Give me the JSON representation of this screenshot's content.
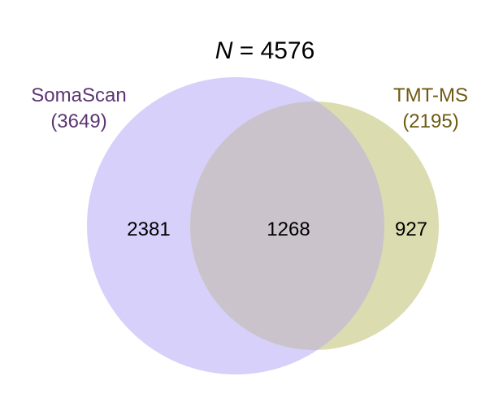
{
  "title": {
    "variable": "N",
    "equals": " = ",
    "value": "4576"
  },
  "sets": {
    "a": {
      "name": "SomaScan",
      "size_label": "(3649)",
      "size": 3649,
      "fill_color": "#d6d0fa",
      "label_color": "#5b3573"
    },
    "b": {
      "name": "TMT-MS",
      "size_label": "(2195)",
      "size": 2195,
      "fill_color": "#dcdcb1",
      "label_color": "#6e5a12"
    }
  },
  "regions": {
    "a_only": "2381",
    "intersection": "1268",
    "b_only": "927"
  },
  "colors": {
    "intersection_fill": "#cbc3cc",
    "background": "#ffffff"
  }
}
